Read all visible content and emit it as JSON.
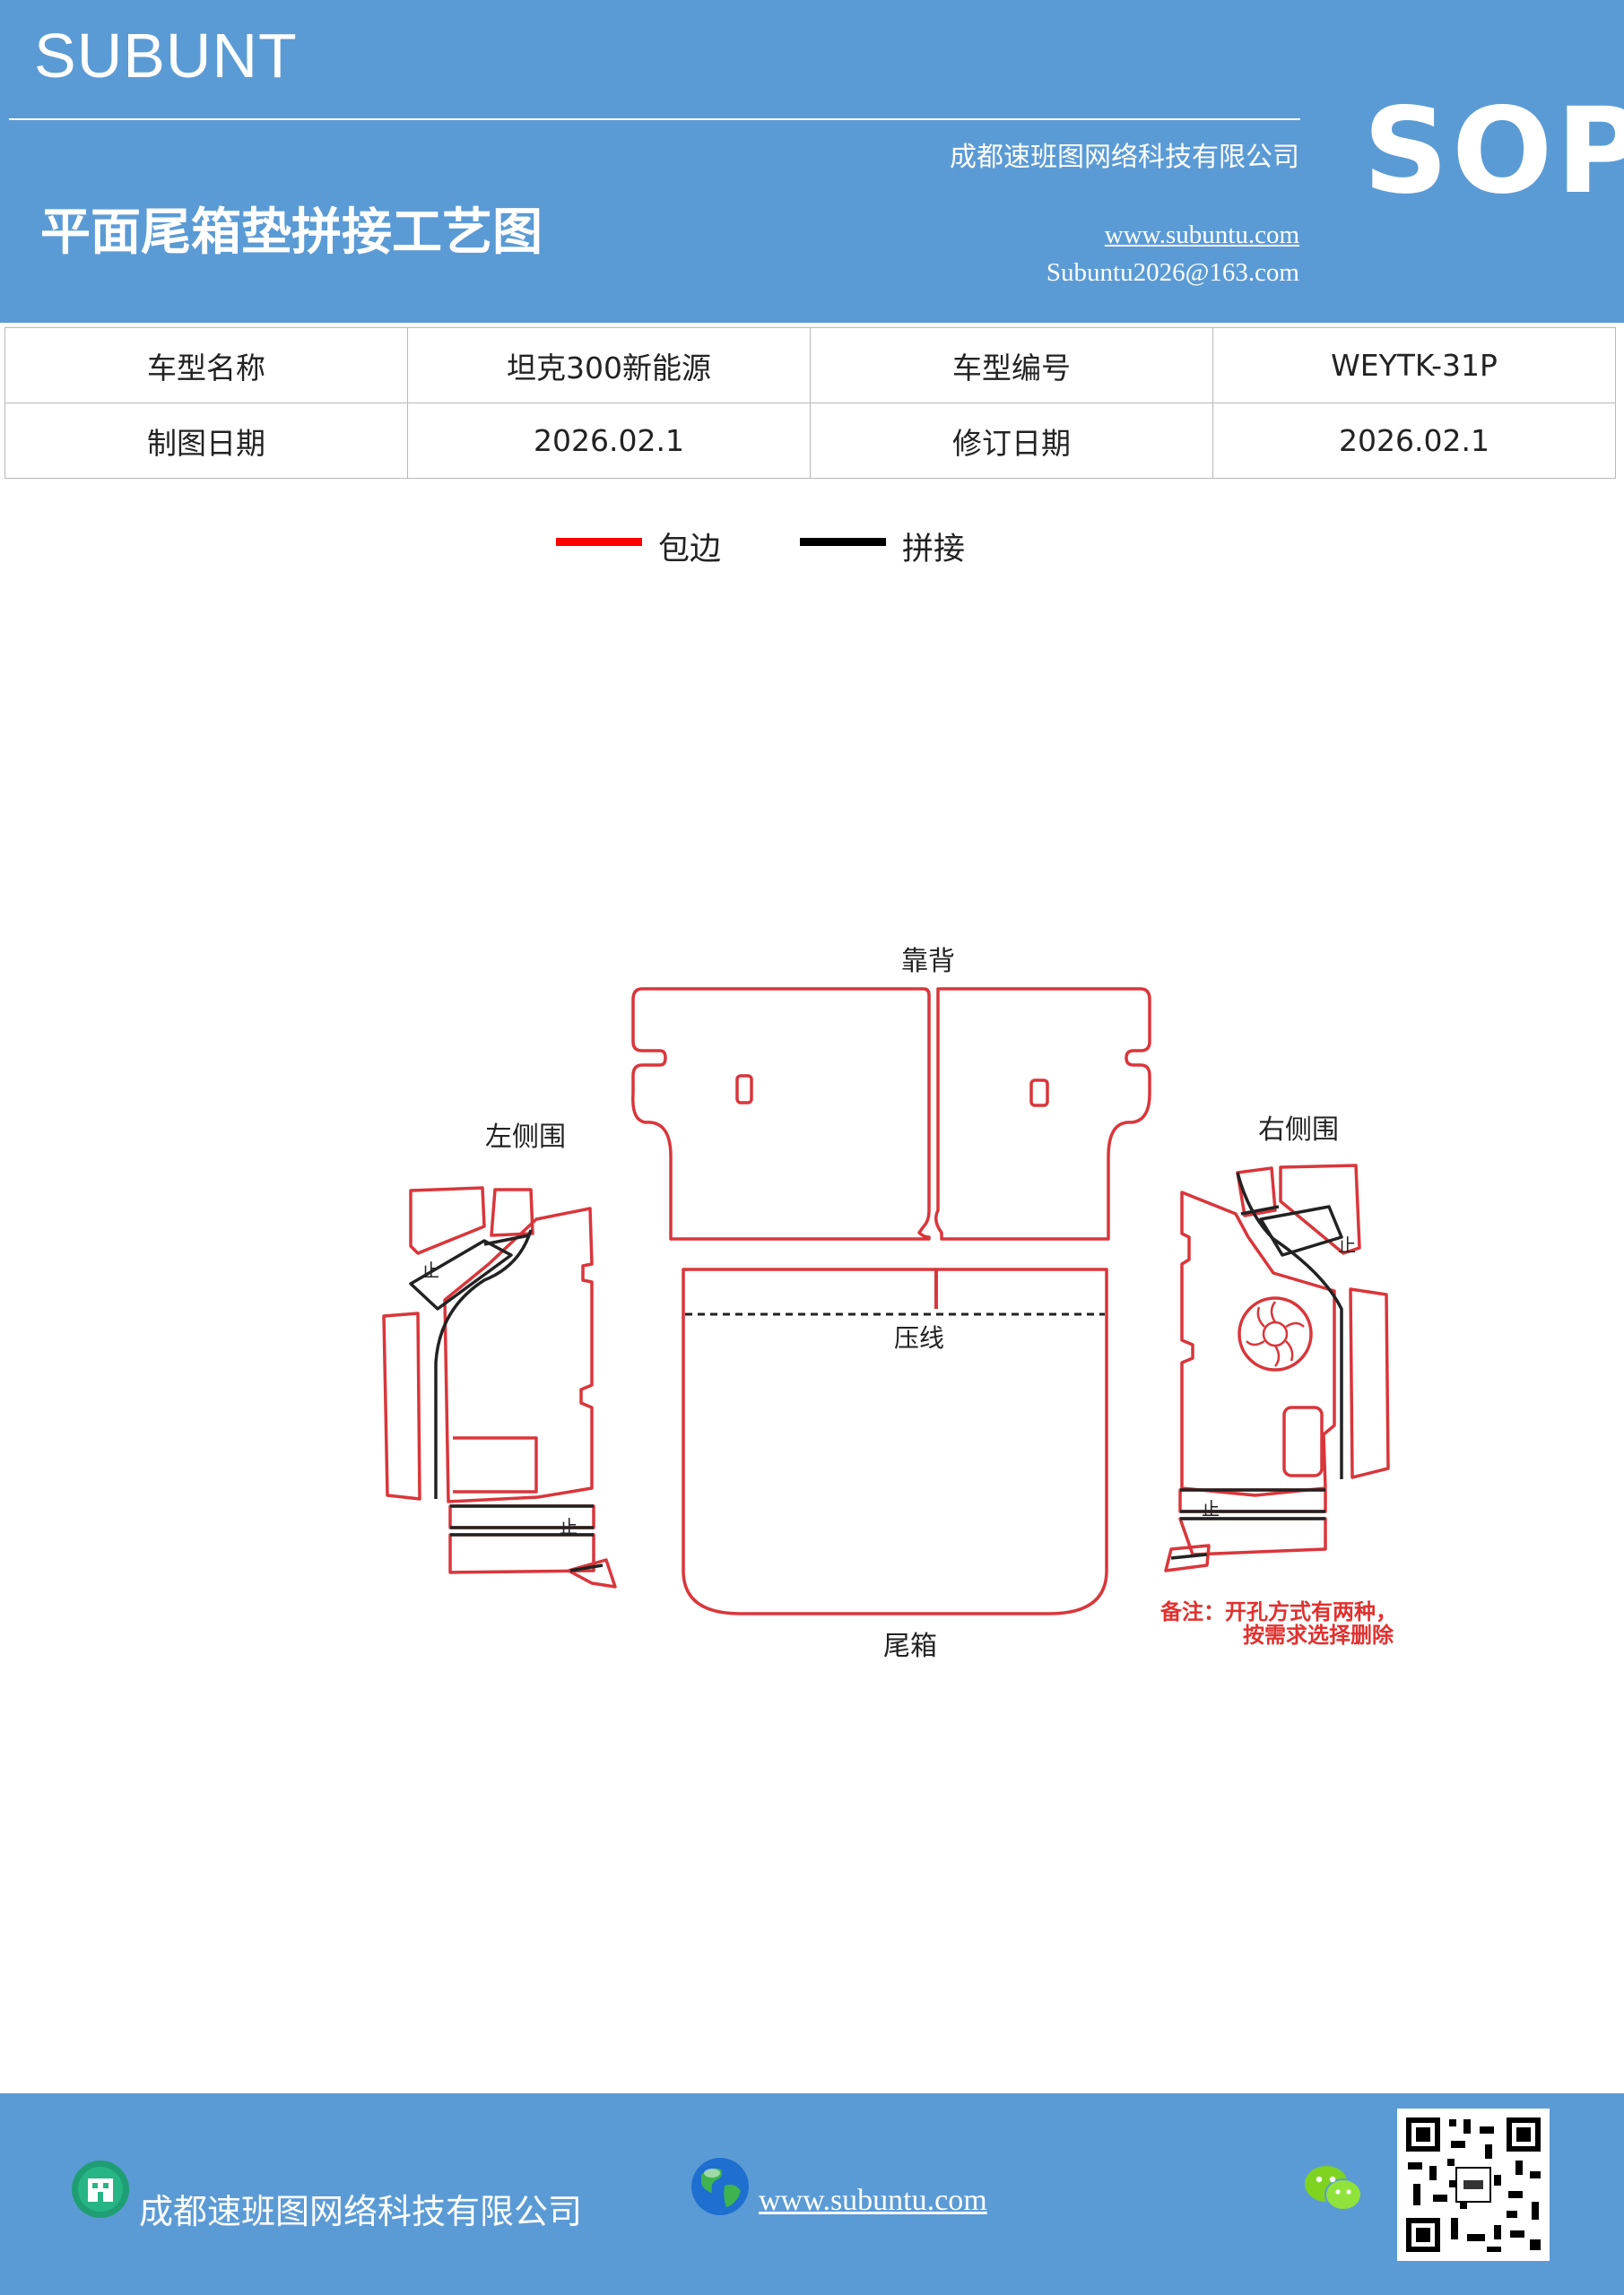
{
  "header": {
    "brand": "SUBUNT",
    "title": "平面尾箱垫拼接工艺图",
    "company": "成都速班图网络科技有限公司",
    "website": "www.subuntu.com",
    "email": "Subuntu2026@163.com",
    "badge": "SOP"
  },
  "info": {
    "model_name_label": "车型名称",
    "model_name": "坦克300新能源",
    "model_code_label": "车型编号",
    "model_code": "WEYTK-31P",
    "drawing_date_label": "制图日期",
    "drawing_date": "2026.02.1",
    "revision_date_label": "修订日期",
    "revision_date": "2026.02.1"
  },
  "legend": [
    {
      "label": "包边",
      "color": "#ff0000"
    },
    {
      "label": "拼接",
      "color": "#000000"
    }
  ],
  "drawing": {
    "labels": {
      "backrest": "靠背",
      "left_side": "左侧围",
      "right_side": "右侧围",
      "crease": "压线",
      "trunk": "尾箱",
      "stop_left_upper": "止",
      "stop_left_lower": "止",
      "stop_right_upper": "止",
      "stop_right_lower": "止"
    },
    "note_line1": "备注：开孔方式有两种，",
    "note_line2": "按需求选择删除",
    "edge_color": "#d9363b",
    "seam_color": "#222222"
  },
  "footer": {
    "company": "成都速班图网络科技有限公司",
    "website": "www.subuntu.com"
  }
}
